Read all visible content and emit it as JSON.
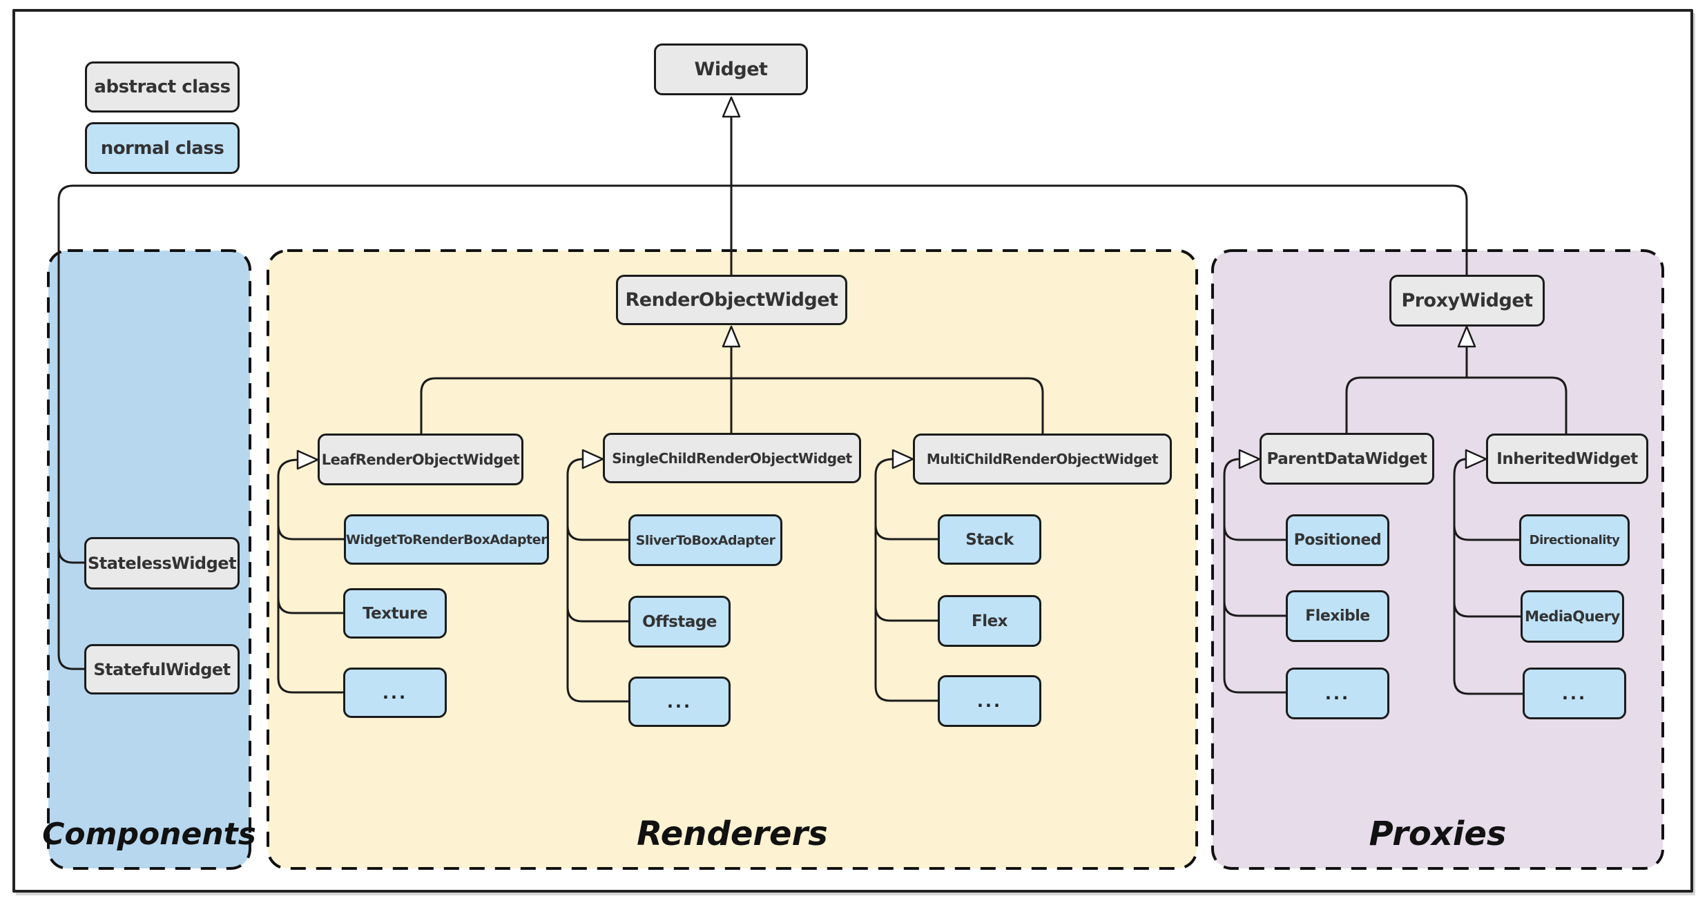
{
  "legend": {
    "abstract_label": "abstract class",
    "normal_label": "normal class"
  },
  "root": {
    "label": "Widget"
  },
  "sections": {
    "components": {
      "label": "Components",
      "stateless": "StatelessWidget",
      "stateful": "StatefulWidget"
    },
    "renderers": {
      "label": "Renderers",
      "parent": "RenderObjectWidget",
      "leaf": {
        "parent": "LeafRenderObjectWidget",
        "children": [
          "WidgetToRenderBoxAdapter",
          "Texture",
          "..."
        ]
      },
      "single": {
        "parent": "SingleChildRenderObjectWidget",
        "children": [
          "SliverToBoxAdapter",
          "Offstage",
          "..."
        ]
      },
      "multi": {
        "parent": "MultiChildRenderObjectWidget",
        "children": [
          "Stack",
          "Flex",
          "..."
        ]
      }
    },
    "proxies": {
      "label": "Proxies",
      "parent": "ProxyWidget",
      "parent_data": {
        "parent": "ParentDataWidget",
        "children": [
          "Positioned",
          "Flexible",
          "..."
        ]
      },
      "inherited": {
        "parent": "InheritedWidget",
        "children": [
          "Directionality",
          "MediaQuery",
          "..."
        ]
      }
    }
  },
  "colors": {
    "line": "#1b1b1b",
    "abstract-fill": "#e9e9e9",
    "normal-fill": "#bfe2f7",
    "components-fill": "#b7d7ee",
    "renderers-fill": "#fdf2d2",
    "proxies-fill": "#e7dcea"
  }
}
